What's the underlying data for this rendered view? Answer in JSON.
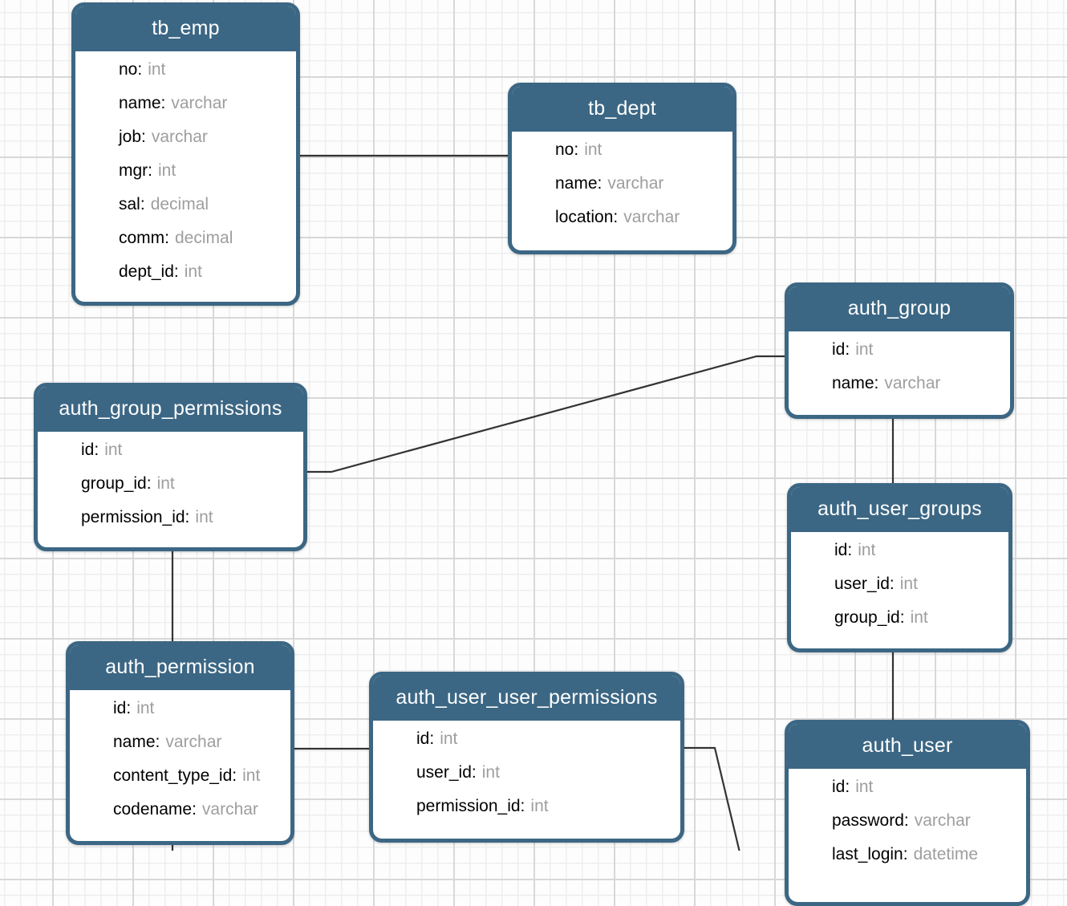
{
  "colors": {
    "table_header": "#3c6784",
    "table_border": "#3c6784",
    "relationship_line": "#333333",
    "field_type_text": "#9e9e9e"
  },
  "diagram": {
    "tables": [
      {
        "name": "tb_emp",
        "fields": [
          {
            "label": "no:",
            "type": "int"
          },
          {
            "label": "name:",
            "type": "varchar"
          },
          {
            "label": "job:",
            "type": "varchar"
          },
          {
            "label": "mgr:",
            "type": "int"
          },
          {
            "label": "sal:",
            "type": "decimal"
          },
          {
            "label": "comm:",
            "type": "decimal"
          },
          {
            "label": "dept_id:",
            "type": "int"
          }
        ]
      },
      {
        "name": "tb_dept",
        "fields": [
          {
            "label": "no:",
            "type": "int"
          },
          {
            "label": "name:",
            "type": "varchar"
          },
          {
            "label": "location:",
            "type": "varchar"
          }
        ]
      },
      {
        "name": "auth_group",
        "fields": [
          {
            "label": "id:",
            "type": "int"
          },
          {
            "label": "name:",
            "type": "varchar"
          }
        ]
      },
      {
        "name": "auth_group_permissions",
        "fields": [
          {
            "label": "id:",
            "type": "int"
          },
          {
            "label": "group_id:",
            "type": "int"
          },
          {
            "label": "permission_id:",
            "type": "int"
          }
        ]
      },
      {
        "name": "auth_user_groups",
        "fields": [
          {
            "label": "id:",
            "type": "int"
          },
          {
            "label": "user_id:",
            "type": "int"
          },
          {
            "label": "group_id:",
            "type": "int"
          }
        ]
      },
      {
        "name": "auth_permission",
        "fields": [
          {
            "label": "id:",
            "type": "int"
          },
          {
            "label": "name:",
            "type": "varchar"
          },
          {
            "label": "content_type_id:",
            "type": "int"
          },
          {
            "label": "codename:",
            "type": "varchar"
          }
        ]
      },
      {
        "name": "auth_user_user_permissions",
        "fields": [
          {
            "label": "id:",
            "type": "int"
          },
          {
            "label": "user_id:",
            "type": "int"
          },
          {
            "label": "permission_id:",
            "type": "int"
          }
        ]
      },
      {
        "name": "auth_user",
        "fields": [
          {
            "label": "id:",
            "type": "int"
          },
          {
            "label": "password:",
            "type": "varchar"
          },
          {
            "label": "last_login:",
            "type": "datetime"
          }
        ]
      }
    ]
  }
}
